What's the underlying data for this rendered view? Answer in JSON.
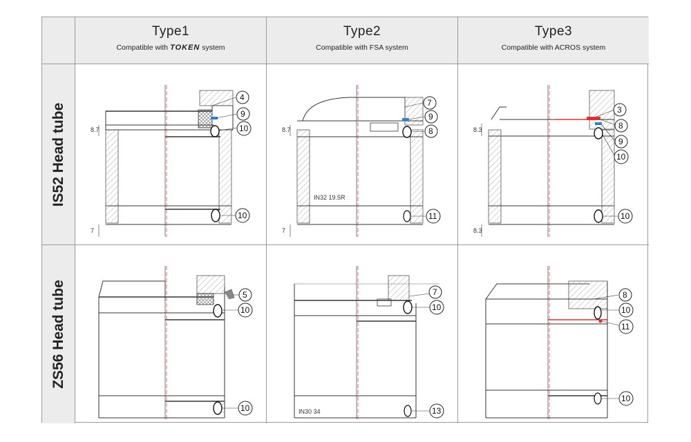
{
  "columns": [
    {
      "title": "Type1",
      "subtitle_before": "Compatible with ",
      "brand": "TOKEN",
      "subtitle_after": " system"
    },
    {
      "title": "Type2",
      "subtitle": "Compatible with FSA system"
    },
    {
      "title": "Type3",
      "subtitle": "Compatible with ACROS system"
    }
  ],
  "rows": [
    {
      "label": "IS52  Head tube"
    },
    {
      "label": "ZS56  Head tube"
    }
  ],
  "cells": {
    "r1c1": {
      "callouts": [
        "4",
        "9",
        "10",
        "10"
      ],
      "dims": [
        "8.7",
        "7"
      ]
    },
    "r1c2": {
      "callouts": [
        "7",
        "9",
        "8",
        "11"
      ],
      "dims": [
        "8.7",
        "7"
      ],
      "stamp": "IN32 19.5R"
    },
    "r1c3": {
      "callouts": [
        "3",
        "8",
        "9",
        "10",
        "10"
      ],
      "dims": [
        "8.3",
        "8.3"
      ]
    },
    "r2c1": {
      "callouts": [
        "5",
        "10",
        "10"
      ]
    },
    "r2c2": {
      "callouts": [
        "7",
        "10",
        "13"
      ],
      "stamp": "IN30 34"
    },
    "r2c3": {
      "callouts": [
        "8",
        "10",
        "11",
        "10"
      ]
    }
  },
  "colors": {
    "accent_red": "#e03030",
    "accent_blue": "#2f7fd0",
    "line": "#333333",
    "hatch": "#999999"
  }
}
